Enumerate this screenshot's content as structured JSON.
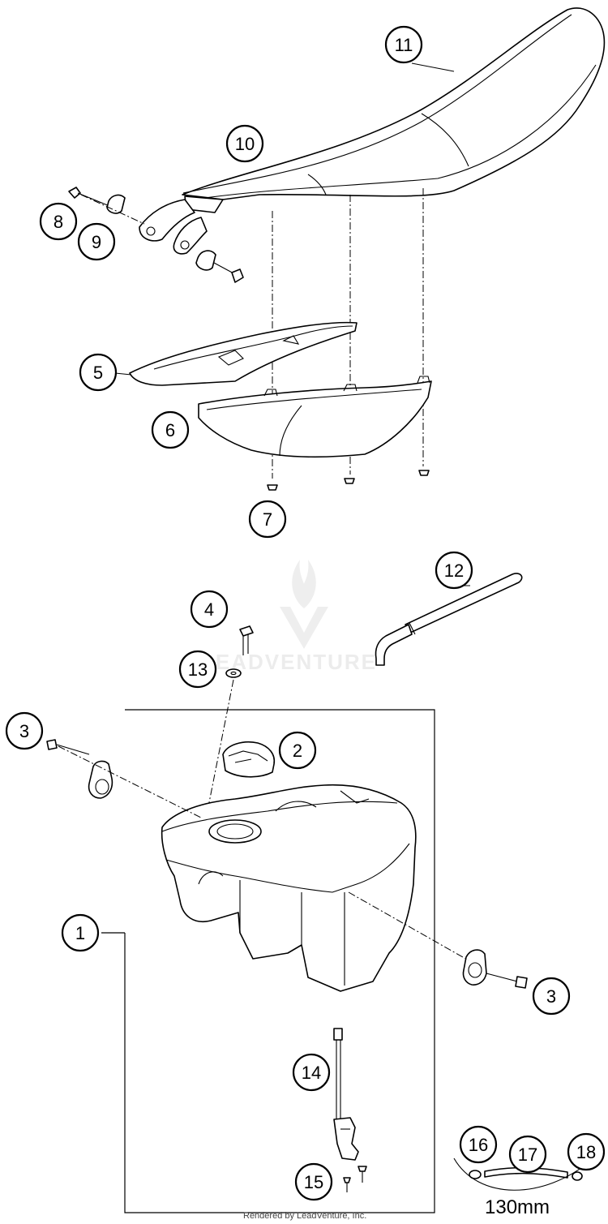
{
  "watermark": {
    "text": "LEADVENTURE"
  },
  "footer": {
    "text": "Rendered by LeadVenture, Inc."
  },
  "dimension_label": "130mm",
  "callouts": [
    {
      "id": "callout-1",
      "number": "1"
    },
    {
      "id": "callout-2",
      "number": "2"
    },
    {
      "id": "callout-3a",
      "number": "3"
    },
    {
      "id": "callout-3b",
      "number": "3"
    },
    {
      "id": "callout-4",
      "number": "4"
    },
    {
      "id": "callout-5",
      "number": "5"
    },
    {
      "id": "callout-6",
      "number": "6"
    },
    {
      "id": "callout-7",
      "number": "7"
    },
    {
      "id": "callout-8",
      "number": "8"
    },
    {
      "id": "callout-9",
      "number": "9"
    },
    {
      "id": "callout-10",
      "number": "10"
    },
    {
      "id": "callout-11",
      "number": "11"
    },
    {
      "id": "callout-12",
      "number": "12"
    },
    {
      "id": "callout-13",
      "number": "13"
    },
    {
      "id": "callout-14",
      "number": "14"
    },
    {
      "id": "callout-15",
      "number": "15"
    },
    {
      "id": "callout-16",
      "number": "16"
    },
    {
      "id": "callout-17",
      "number": "17"
    },
    {
      "id": "callout-18",
      "number": "18"
    }
  ]
}
